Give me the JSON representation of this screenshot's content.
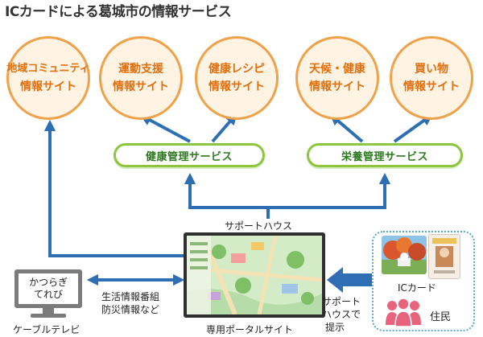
{
  "title": "ICカードによる葛城市の情報サービス",
  "sites": [
    {
      "line1": "地域コミュニティ",
      "line2": "情報サイト"
    },
    {
      "line1": "運動支援",
      "line2": "情報サイト"
    },
    {
      "line1": "健康レシピ",
      "line2": "情報サイト"
    },
    {
      "line1": "天候・健康",
      "line2": "情報サイト"
    },
    {
      "line1": "買い物",
      "line2": "情報サイト"
    }
  ],
  "services": {
    "health": "健康管理サービス",
    "nutrition": "栄養管理サービス"
  },
  "support_house": "サポートハウス",
  "tv": {
    "screen_line1": "かつらぎ",
    "screen_line2": "てれび",
    "caption": "ケーブルテレビ"
  },
  "tv_info": {
    "line1": "生活情報番組",
    "line2": "防災情報など"
  },
  "portal_caption": "専用ポータルサイト",
  "support_presentation": {
    "line1": "サポート",
    "line2": "ハウスで",
    "line3": "提示"
  },
  "ic_card_label": "ICカード",
  "residents_label": "住民",
  "colors": {
    "site_border": "#f0a24a",
    "site_text": "#e0700f",
    "site_fill": "#fff3e3",
    "service_border": "#8cc63f",
    "service_text": "#2c7a1e",
    "arrow": "#2e6fb4",
    "residents_icon": "#e8637c"
  }
}
